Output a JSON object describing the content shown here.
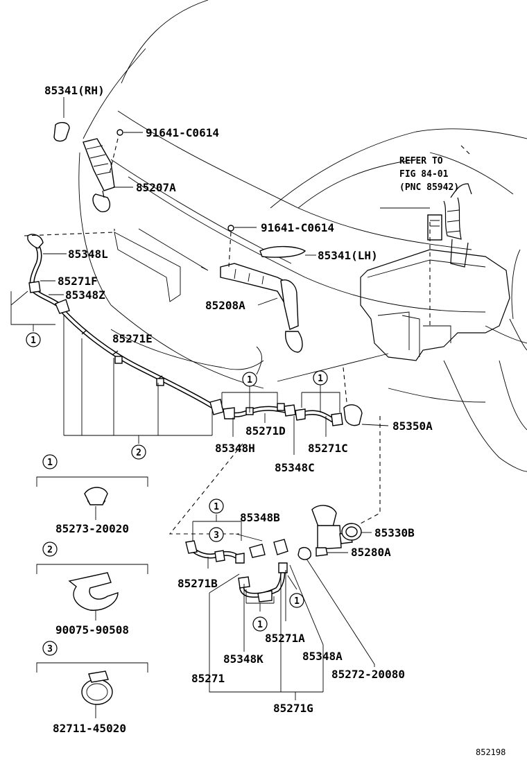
{
  "labels": {
    "p85341rh": "85341(RH)",
    "p91641a": "91641-C0614",
    "p85207a": "85207A",
    "p91641b": "91641-C0614",
    "p85341lh": "85341(LH)",
    "p85348l": "85348L",
    "p85271f": "85271F",
    "p85348z": "85348Z",
    "p85208a": "85208A",
    "p85271e": "85271E",
    "p85350a": "85350A",
    "p85348h": "85348H",
    "p85271d": "85271D",
    "p85271c": "85271C",
    "p85348c": "85348C",
    "p85348b": "85348B",
    "p85330b": "85330B",
    "p85280a": "85280A",
    "p85271b": "85271B",
    "p85271a": "85271A",
    "p85348k": "85348K",
    "p85348a": "85348A",
    "p85271": "85271",
    "p85272": "85272-20080",
    "p85271g": "85271G",
    "refer1": "REFER TO",
    "refer2": "FIG 84-01",
    "refer3": "(PNC 85942)",
    "legend1_part": "85273-20020",
    "legend2_part": "90075-90508",
    "legend3_part": "82711-45020",
    "figure_number": "852198"
  },
  "callouts": {
    "c1": "1",
    "c2": "2",
    "c3": "3"
  }
}
